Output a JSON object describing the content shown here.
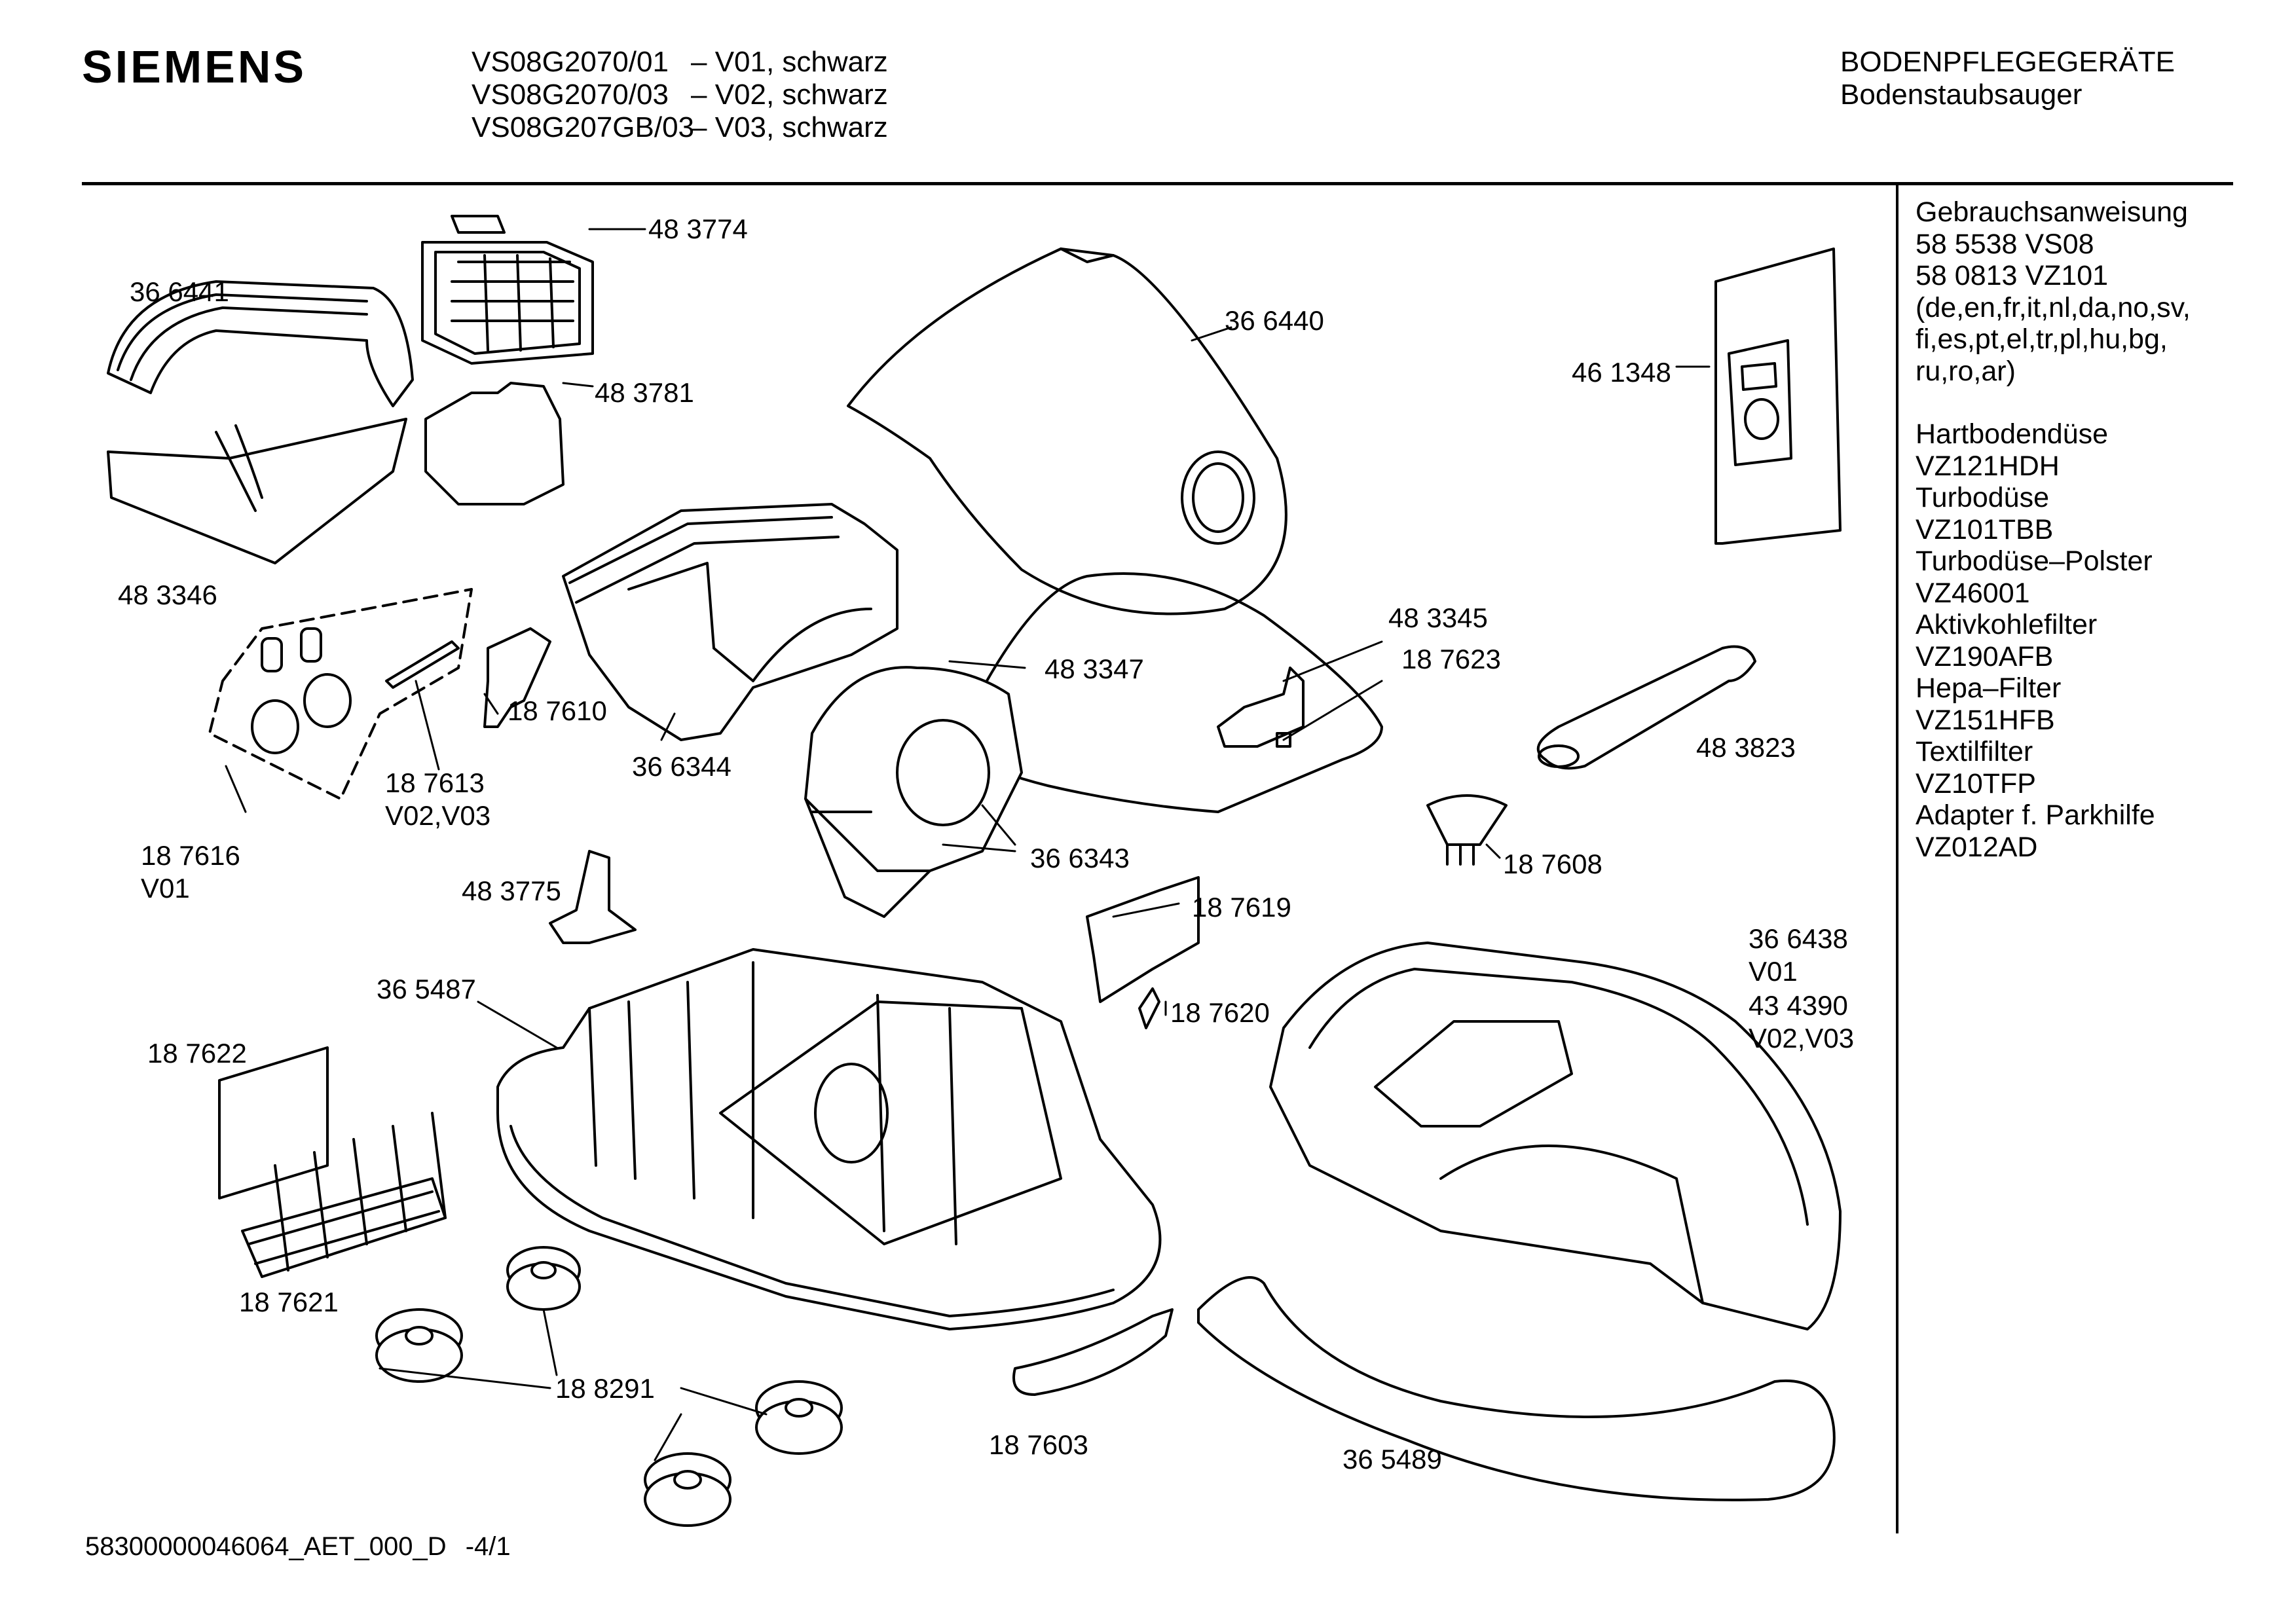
{
  "header": {
    "brand": "SIEMENS",
    "models": [
      {
        "code": "VS08G2070/01",
        "variant": "– V01, schwarz"
      },
      {
        "code": "VS08G2070/03",
        "variant": "– V02, schwarz"
      },
      {
        "code": "VS08G207GB/03",
        "variant": "– V03, schwarz"
      }
    ],
    "category": "BODENPFLEGEGERÄTE",
    "subcategory": "Bodenstaubsauger"
  },
  "sidebar": {
    "manual_title": "Gebrauchsanweisung",
    "manual_refs": [
      "58 5538 VS08",
      "58 0813 VZ101"
    ],
    "languages": [
      "(de,en,fr,it,nl,da,no,sv,",
      "fi,es,pt,el,tr,pl,hu,bg,",
      "ru,ro,ar)"
    ],
    "accessories": [
      {
        "name": "Hartbodendüse",
        "code": "VZ121HDH"
      },
      {
        "name": "Turbodüse",
        "code": "VZ101TBB"
      },
      {
        "name": "Turbodüse–Polster",
        "code": "VZ46001"
      },
      {
        "name": "Aktivkohlefilter",
        "code": "VZ190AFB"
      },
      {
        "name": "Hepa–Filter",
        "code": "VZ151HFB"
      },
      {
        "name": "Textilfilter",
        "code": "VZ10TFP"
      },
      {
        "name": "Adapter f. Parkhilfe",
        "code": "VZ012AD"
      }
    ]
  },
  "parts": {
    "p483774": "48 3774",
    "p366441": "36 6441",
    "p366440": "36 6440",
    "p461348": "46 1348",
    "p483781": "48 3781",
    "p483346": "48 3346",
    "p483345": "48 3345",
    "p187623": "18 7623",
    "p483347": "48 3347",
    "p187610": "18 7610",
    "p187613": "18 7613",
    "p187613v": "V02,V03",
    "p366344": "36 6344",
    "p483823": "48 3823",
    "p187616": "18 7616",
    "p187616v": "V01",
    "p366343": "36 6343",
    "p187608": "18 7608",
    "p483775": "48 3775",
    "p187619": "18 7619",
    "p366438": "36 6438",
    "p366438v": "V01",
    "p434390": "43 4390",
    "p434390v": "V02,V03",
    "p365487": "36 5487",
    "p187620": "18 7620",
    "p187622": "18 7622",
    "p187621": "18 7621",
    "p188291": "18 8291",
    "p187603": "18 7603",
    "p365489": "36 5489"
  },
  "footer": {
    "doc_id": "58300000046064_AET_000_D",
    "page": "-4/1"
  }
}
